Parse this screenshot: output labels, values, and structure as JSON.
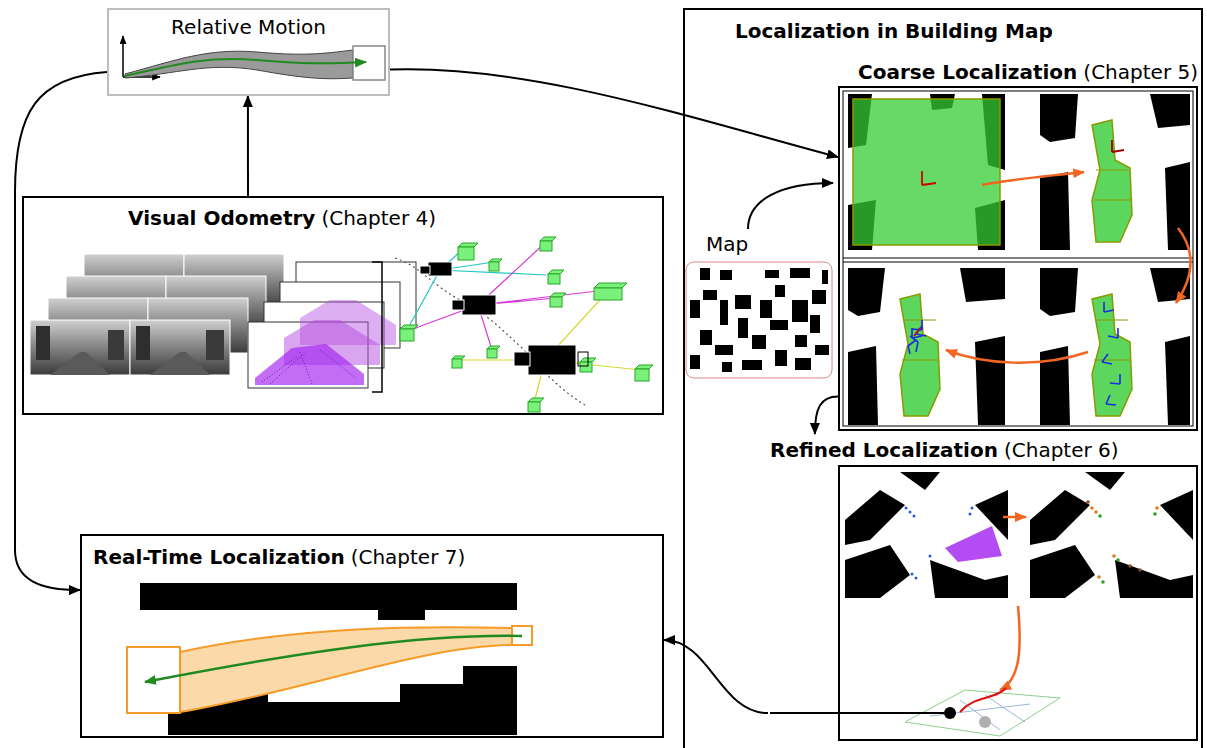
{
  "diagram": {
    "nodes": [
      {
        "text": [
          "Relative Motion"
        ]
      },
      {
        "text": [
          "Visual Odometry",
          "(Chapter 4)"
        ]
      },
      {
        "text": [
          "Localization in Building Map"
        ]
      },
      {
        "text": [
          "Coarse Localization",
          "(Chapter 5)"
        ],
        "in": 2
      },
      {
        "text": [
          "Refined Localization",
          "(Chapter 6)"
        ],
        "in": 2
      },
      {
        "text": [
          "Real-Time Localization",
          "(Chapter 7)"
        ]
      }
    ],
    "edges": [
      {
        "from": 1,
        "to": 0,
        "arrow": "to"
      },
      {
        "from": 0,
        "to": 3,
        "arrow": "to"
      },
      {
        "from": 0,
        "to": 5,
        "arrow": "to"
      },
      {
        "from": 3,
        "to": 4,
        "arrow": "to"
      },
      {
        "from": 4,
        "to": 5,
        "arrow": "to"
      }
    ],
    "labels": [
      "Map"
    ]
  }
}
